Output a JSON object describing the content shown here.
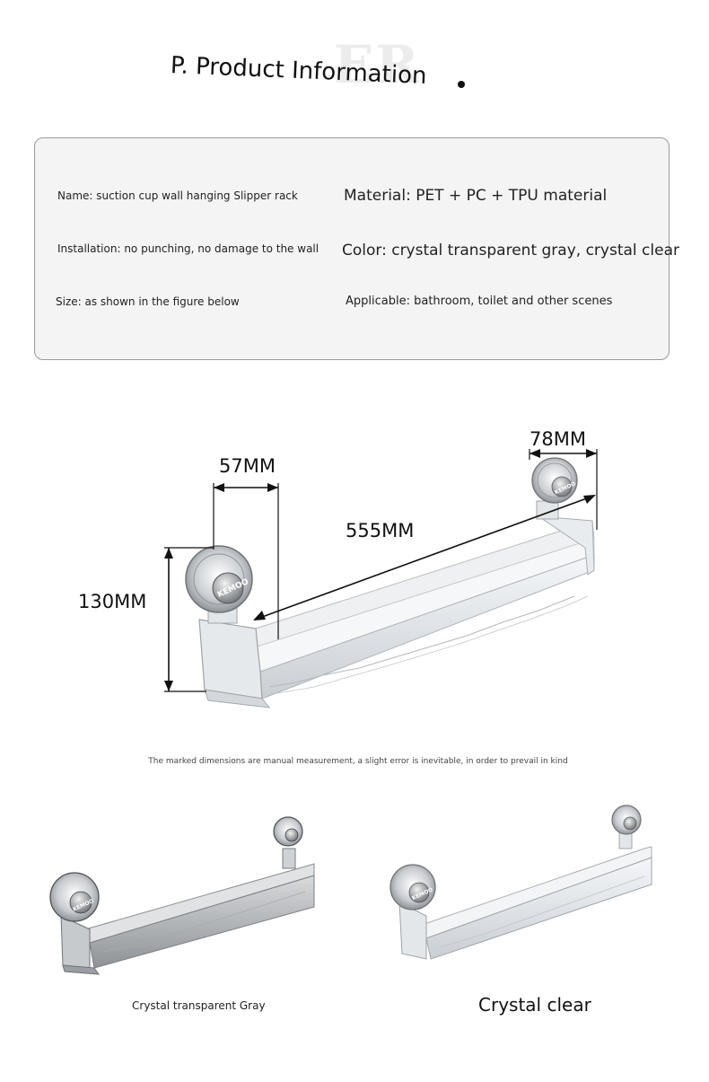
{
  "watermark": "ER",
  "title": "P. Product Information",
  "info": {
    "name": "Name: suction cup wall hanging Slipper rack",
    "installation": "Installation: no punching, no damage to the wall",
    "size": "Size: as shown in the figure below",
    "material": "Material: PET + PC + TPU material",
    "color": "Color: crystal transparent gray, crystal clear",
    "applicable": "Applicable: bathroom, toilet and other scenes"
  },
  "dimensions": {
    "depth": "57MM",
    "length": "555MM",
    "height": "130MM",
    "cup": "78MM"
  },
  "brand": "KEMOO",
  "note": "The marked dimensions are manual measurement, a slight error is inevitable, in order to prevail in kind",
  "variants": {
    "gray": "Crystal transparent Gray",
    "clear": "Crystal clear"
  }
}
